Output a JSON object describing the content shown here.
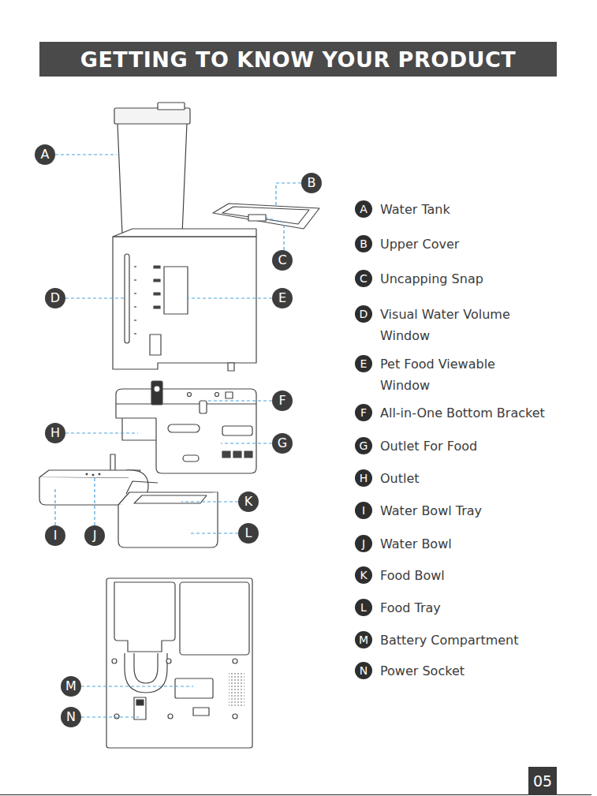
{
  "diagram": {
    "title": "GETTING TO KNOW YOUR PRODUCT",
    "nodes": [
      {
        "text": [
          "A"
        ]
      },
      {
        "text": [
          "B"
        ]
      },
      {
        "text": [
          "C"
        ]
      },
      {
        "text": [
          "D"
        ]
      },
      {
        "text": [
          "E"
        ]
      },
      {
        "text": [
          "F"
        ]
      },
      {
        "text": [
          "H"
        ]
      },
      {
        "text": [
          "G"
        ]
      },
      {
        "text": [
          "K"
        ]
      },
      {
        "text": [
          "I"
        ]
      },
      {
        "text": [
          "J"
        ]
      },
      {
        "text": [
          "L"
        ]
      },
      {
        "text": [
          "M"
        ]
      },
      {
        "text": [
          "N"
        ]
      },
      {
        "text": [
          "A",
          "Water Tank"
        ]
      },
      {
        "text": [
          "B",
          "Upper Cover"
        ]
      },
      {
        "text": [
          "C",
          "Uncapping Snap"
        ]
      },
      {
        "text": [
          "D",
          "Visual Water Volume Window"
        ]
      },
      {
        "text": [
          "E",
          "Pet Food Viewable Window"
        ]
      },
      {
        "text": [
          "F",
          "All-in-One Bottom Bracket"
        ]
      },
      {
        "text": [
          "G",
          "Outlet For Food"
        ]
      },
      {
        "text": [
          "H",
          "Outlet"
        ]
      },
      {
        "text": [
          "I",
          "Water Bowl Tray"
        ]
      },
      {
        "text": [
          "J",
          "Water Bowl"
        ]
      },
      {
        "text": [
          "K",
          "Food Bowl"
        ]
      },
      {
        "text": [
          "L",
          "Food Tray"
        ]
      },
      {
        "text": [
          "M",
          "Battery Compartment"
        ]
      },
      {
        "text": [
          "N",
          "Power Socket"
        ]
      },
      {
        "text": [
          "05"
        ]
      }
    ]
  }
}
